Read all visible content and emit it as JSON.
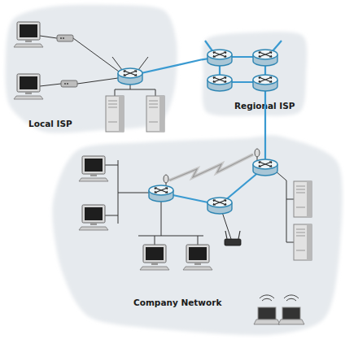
{
  "diagram": {
    "nodes": [
      {
        "text": [
          "Local ISP"
        ]
      },
      {
        "text": [
          "Regional ISP"
        ]
      },
      {
        "text": [
          "Company Network"
        ]
      }
    ],
    "edges": [
      {
        "from": 0,
        "to": 1,
        "arrow": "none"
      },
      {
        "from": 1,
        "to": 2,
        "arrow": "none"
      }
    ]
  }
}
